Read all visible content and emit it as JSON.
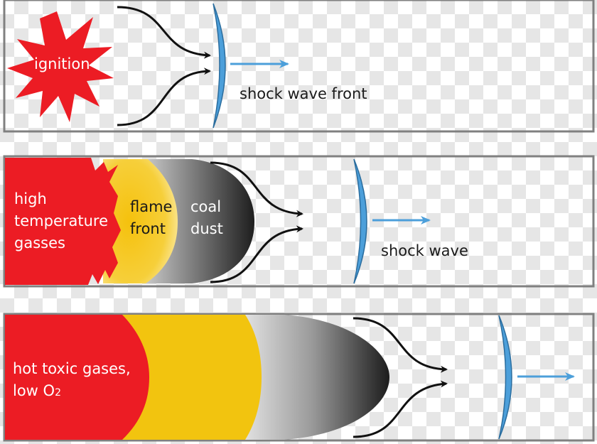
{
  "colors": {
    "frame": "#808080",
    "hot_red": "#ec1c24",
    "flame_yellow": "#f2c40f",
    "dust_dark": "#2b2b2b",
    "wave_blue": "#4c9fda",
    "arrow_black": "#111111"
  },
  "panels": [
    {
      "id": "stage-1",
      "labels": {
        "ignition": "ignition",
        "shock": "shock wave front"
      }
    },
    {
      "id": "stage-2",
      "labels": {
        "hot_gas_lines": [
          "high",
          "temperature",
          "gasses"
        ],
        "flame_lines": [
          "flame",
          "front"
        ],
        "dust_lines": [
          "coal",
          "dust"
        ],
        "shock": "shock wave"
      }
    },
    {
      "id": "stage-3",
      "labels": {
        "hot_gas_line1": "hot toxic gases,",
        "hot_gas_line2": "low O",
        "o2_subscript": "2"
      }
    }
  ]
}
